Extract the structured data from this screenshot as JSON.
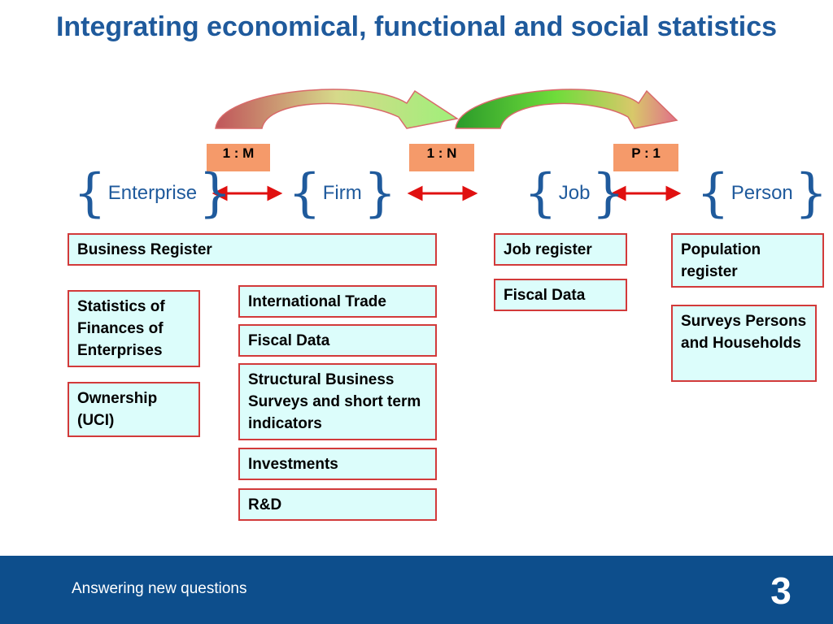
{
  "title": "Integrating economical, functional and social statistics",
  "ratios": [
    "1 : M",
    "1 : N",
    "P : 1"
  ],
  "entities": [
    "Enterprise",
    "Firm",
    "Job",
    "Person"
  ],
  "boxes": {
    "business_register": "Business Register",
    "statistics_finances": "Statistics of Finances of Enterprises",
    "ownership": "Ownership (UCI)",
    "international_trade": "International Trade",
    "fiscal_data_firm": "Fiscal Data",
    "structural_business": "Structural Business Surveys and short term indicators",
    "investments": "Investments",
    "rd": "R&D",
    "job_register": "Job register",
    "fiscal_data_job": "Fiscal Data",
    "population_register": "Population register",
    "surveys_persons": "Surveys Persons and Households"
  },
  "footer": {
    "text": "Answering new questions",
    "page_number": "3"
  },
  "colors": {
    "title": "#1f5a9c",
    "ratio_bg": "#f59a6a",
    "box_bg": "#dcfdfb",
    "box_border": "#d23a3a",
    "footer_bg": "#0d4e8c",
    "arrow_red": "#e01010"
  }
}
